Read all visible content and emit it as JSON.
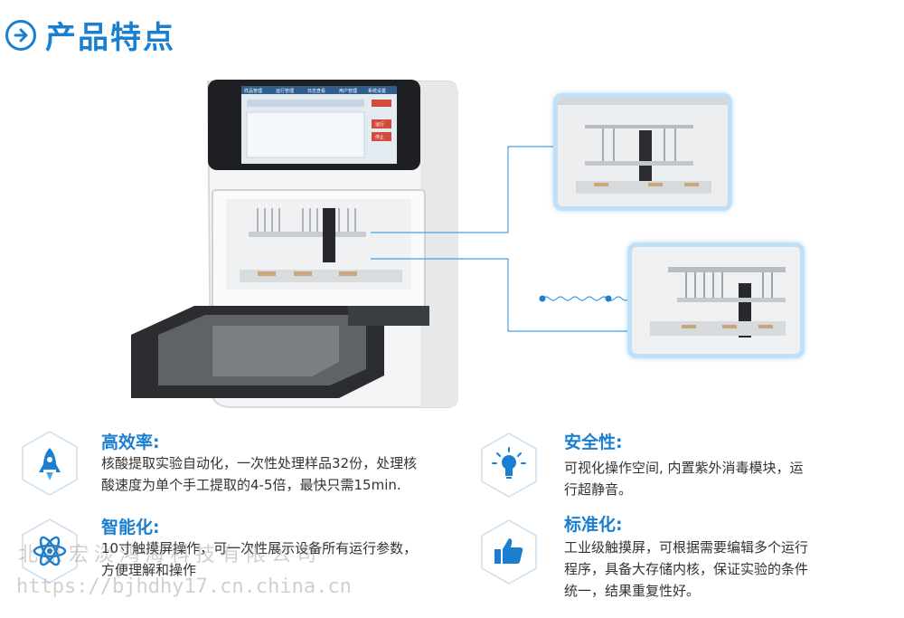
{
  "header": {
    "title": "产品特点",
    "icon": "arrow-right-circle-icon"
  },
  "accent": "#1a7fd0",
  "screen": {
    "tabs": [
      "样品管理",
      "运行管理",
      "日志查看",
      "用户管理",
      "系统设置"
    ],
    "buttons": [
      "运行",
      "停止"
    ]
  },
  "features": [
    {
      "title": "高效率:",
      "text_lines": [
        "核酸提取实验自动化，一次性处理样品32份，处理核",
        "酸速度为单个手工提取的4-5倍，最快只需15min."
      ],
      "icon": "rocket-icon"
    },
    {
      "title": "智能化:",
      "text_lines": [
        "10寸触摸屏操作，可一次性展示设备所有运行参数，",
        "方便理解和操作"
      ],
      "icon": "atom-icon"
    },
    {
      "title": "安全性:",
      "text_lines": [
        "可视化操作空间, 内置紫外消毒模块，运",
        "行超静音。"
      ],
      "icon": "lightbulb-icon"
    },
    {
      "title": "标准化:",
      "text_lines": [
        "工业级触摸屏，可根据需要编辑多个运行",
        "程序，具备大存储内核，保证实验的条件",
        "统一，结果重复性好。"
      ],
      "icon": "thumbs-up-icon"
    }
  ],
  "watermark": {
    "company": "北京宏淡鸿海科技有限公司",
    "url": "https://bjhdhy17.cn.china.cn"
  }
}
